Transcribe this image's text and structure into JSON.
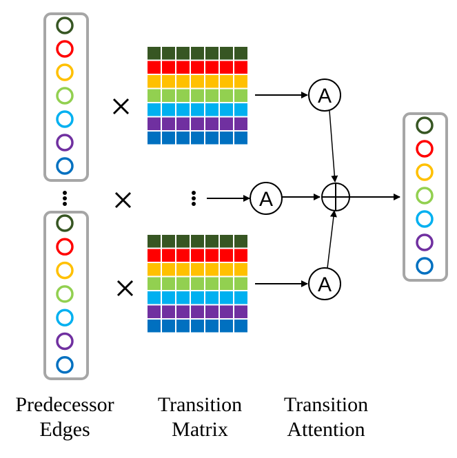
{
  "colors": {
    "dark-green": "#375623",
    "red": "#ff0000",
    "orange": "#ffc000",
    "light-green": "#92d050",
    "cyan": "#00b0f0",
    "purple": "#7030a0",
    "blue": "#0070c0",
    "box-border": "#a6a6a6",
    "line": "#000000"
  },
  "symbols": {
    "multiply": "×",
    "attention": "A",
    "vertical_ellipsis": "⋮"
  },
  "captions": {
    "col1": {
      "line1": "Predecessor",
      "line2": "Edges"
    },
    "col2": {
      "line1": "Transition",
      "line2": "Matrix"
    },
    "col3": {
      "line1": "Transition",
      "line2": "Attention"
    }
  }
}
